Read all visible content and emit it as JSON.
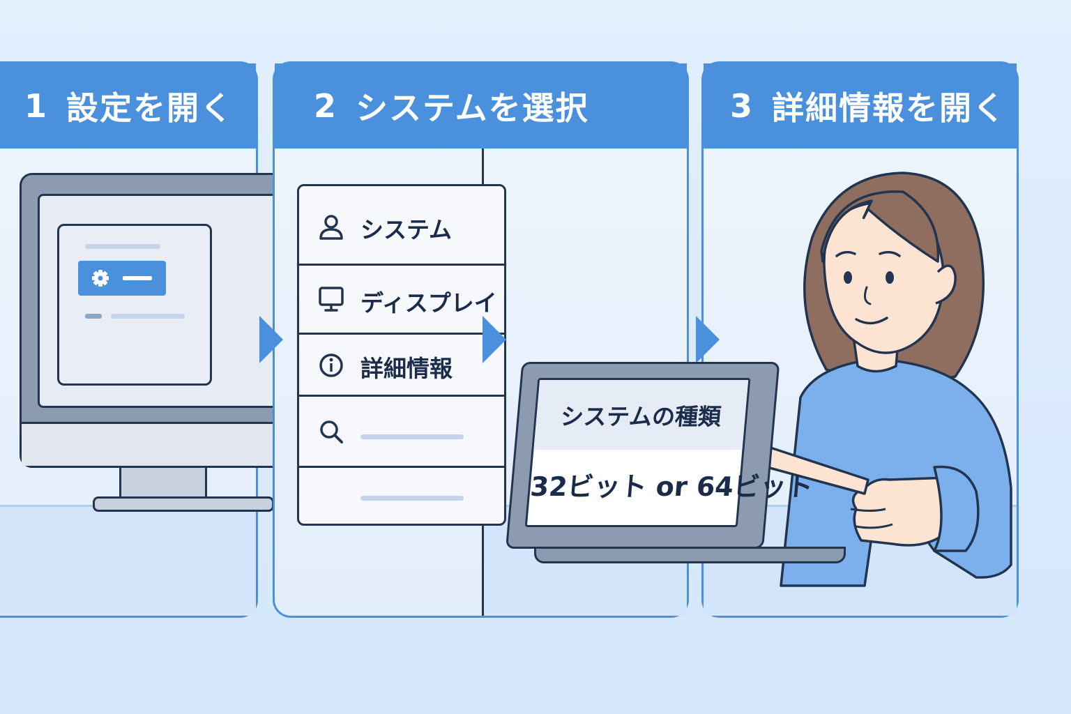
{
  "steps": [
    {
      "number": "1",
      "title": "設定を開く"
    },
    {
      "number": "2",
      "title": "システムを選択"
    },
    {
      "number": "3",
      "title": "詳細情報を開く"
    }
  ],
  "menu": {
    "items": [
      {
        "label": "システム",
        "icon": "user-icon"
      },
      {
        "label": "ディスプレイ",
        "icon": "monitor-icon"
      },
      {
        "label": "詳細情報",
        "icon": "info-icon"
      }
    ],
    "search_icon": "search-icon"
  },
  "laptop": {
    "title": "システムの種類",
    "value": "32ビット or 64ビット"
  },
  "colors": {
    "accent": "#4a90dc",
    "outline": "#22344f",
    "background": "#e2effd",
    "hair": "#8f6e5f",
    "sweater": "#7cb0ec",
    "skin": "#fde3d2"
  }
}
